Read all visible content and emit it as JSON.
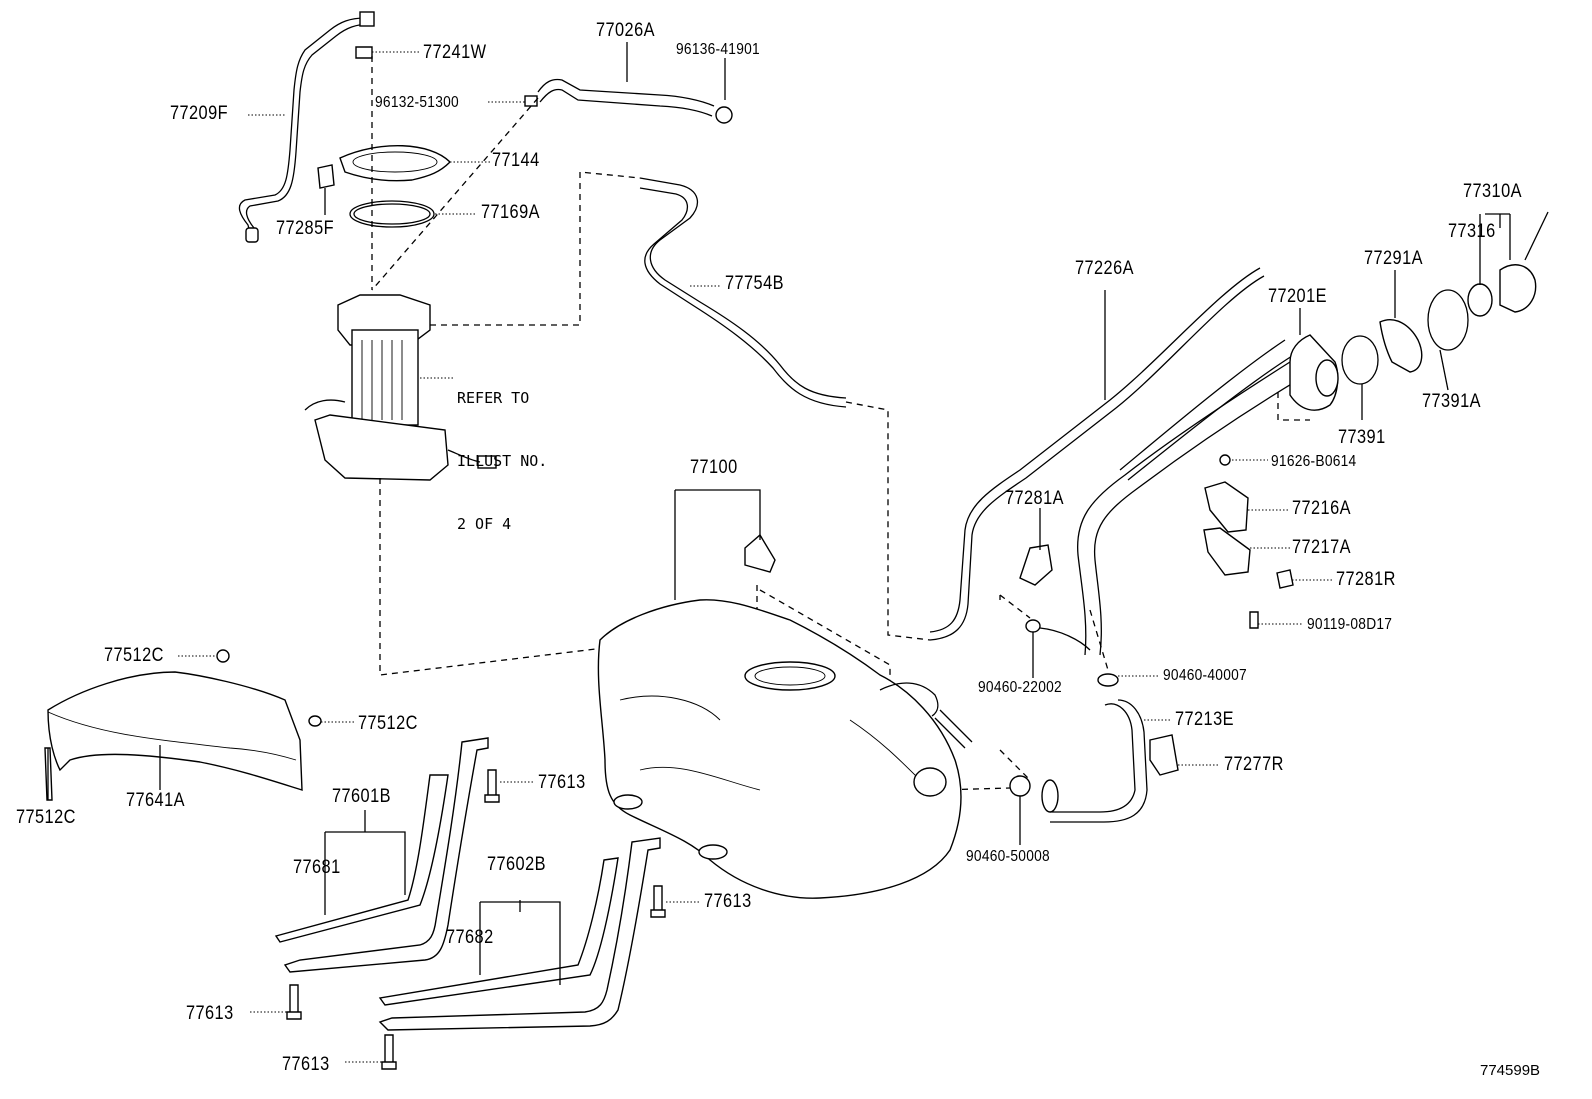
{
  "figure_ref": "774599B",
  "note": {
    "line1": "REFER TO",
    "line2": "ILLUST NO.",
    "line3": "2 OF 4"
  },
  "labels": {
    "p77241W": "77241W",
    "p77209F": "77209F",
    "p77026A": "77026A",
    "p96136": "96136-41901",
    "p96132": "96132-51300",
    "p77144": "77144",
    "p77285F": "77285F",
    "p77169A": "77169A",
    "p77754B": "77754B",
    "p77310A": "77310A",
    "p77316": "77316",
    "p77291A": "77291A",
    "p77201E": "77201E",
    "p77226A": "77226A",
    "p77391A": "77391A",
    "p77391": "77391",
    "p91626": "91626-B0614",
    "p77100": "77100",
    "p77281A": "77281A",
    "p77216A": "77216A",
    "p77217A": "77217A",
    "p77281R": "77281R",
    "p90119": "90119-08D17",
    "p77512C_a": "77512C",
    "p77512C_b": "77512C",
    "p77512C_c": "77512C",
    "p90460_22002": "90460-22002",
    "p90460_40007": "90460-40007",
    "p77213E": "77213E",
    "p77277R": "77277R",
    "p77641A": "77641A",
    "p77601B": "77601B",
    "p77613_a": "77613",
    "p77613_b": "77613",
    "p77613_c": "77613",
    "p77613_d": "77613",
    "p77681": "77681",
    "p77602B": "77602B",
    "p77682": "77682",
    "p90460_50008": "90460-50008"
  }
}
